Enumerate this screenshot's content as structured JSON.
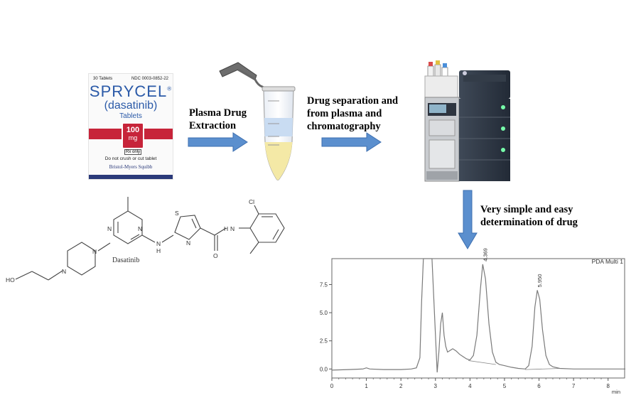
{
  "drug_box": {
    "count": "30 Tablets",
    "ndc": "NDC 0003-0852-22",
    "brand": "SPRYCEL",
    "brand_mark": "®",
    "generic": "(dasatinib)",
    "form": "Tablets",
    "dose_number": "100",
    "dose_unit": "mg",
    "rx": "Rx only",
    "warning": "Do not crush or cut tablet",
    "manufacturer": "Bristol-Myers Squibb"
  },
  "steps": {
    "extraction_line1": "Plasma Drug",
    "extraction_line2": "Extraction",
    "separation_line1": "Drug separation and",
    "separation_line2": "from plasma and",
    "separation_line3": "chromatography",
    "determination_line1": "Very simple and easy",
    "determination_line2": "determination of drug"
  },
  "structure": {
    "name": "Dasatinib",
    "atoms": [
      "HO",
      "N",
      "N",
      "N",
      "N",
      "H",
      "N",
      "S",
      "N",
      "H",
      "N",
      "O",
      "Cl"
    ]
  },
  "colors": {
    "arrow_fill": "#5b8fce",
    "arrow_stroke": "#3d6fb0",
    "brand_blue": "#2b5aa8",
    "brand_red": "#c7243a",
    "trace": "#7a7a7a"
  },
  "chart_data": {
    "type": "line",
    "title": "PDA Multi 1",
    "xlabel": "",
    "ylabel": "",
    "x_unit": "min",
    "xlim": [
      0,
      8.5
    ],
    "ylim": [
      -0.8,
      9.8
    ],
    "xticks": [
      0,
      1,
      2,
      3,
      4,
      5,
      6,
      7,
      8
    ],
    "yticks": [
      0.0,
      2.5,
      5.0,
      7.5
    ],
    "ytick_labels": [
      "0.0",
      "2.5",
      "5.0",
      "7.5"
    ],
    "peak_labels": [
      {
        "x": 4.369,
        "y": 9.3,
        "label": "4.369"
      },
      {
        "x": 5.95,
        "y": 7.0,
        "label": "5.950"
      }
    ],
    "series": [
      {
        "x": [
          0.0,
          0.5,
          0.9,
          1.0,
          1.1,
          1.5,
          2.0,
          2.3,
          2.45,
          2.55,
          2.6,
          2.65,
          2.8,
          2.9,
          3.0,
          3.05,
          3.1,
          3.15,
          3.2,
          3.25,
          3.3,
          3.35,
          3.4,
          3.5,
          3.6,
          3.7,
          3.8,
          3.9,
          4.0,
          4.1,
          4.2,
          4.3,
          4.37,
          4.45,
          4.55,
          4.65,
          4.75,
          4.85,
          5.0,
          5.2,
          5.4,
          5.6,
          5.7,
          5.8,
          5.88,
          5.95,
          6.02,
          6.1,
          6.2,
          6.3,
          6.4,
          6.6,
          7.0,
          7.5,
          8.0,
          8.5
        ],
        "y": [
          -0.1,
          -0.05,
          0.0,
          0.1,
          0.0,
          -0.05,
          -0.05,
          0.0,
          0.1,
          1.0,
          6.0,
          12.0,
          12.0,
          12.0,
          3.0,
          -0.3,
          1.5,
          4.0,
          5.0,
          3.0,
          2.0,
          1.5,
          1.6,
          1.8,
          1.6,
          1.3,
          1.1,
          0.9,
          0.8,
          1.2,
          3.0,
          7.0,
          9.3,
          8.0,
          4.0,
          1.5,
          0.6,
          0.4,
          0.3,
          0.15,
          0.05,
          0.0,
          0.3,
          2.0,
          5.5,
          7.0,
          6.2,
          3.5,
          1.2,
          0.4,
          0.2,
          0.05,
          0.0,
          0.0,
          0.0,
          0.0
        ]
      }
    ]
  }
}
